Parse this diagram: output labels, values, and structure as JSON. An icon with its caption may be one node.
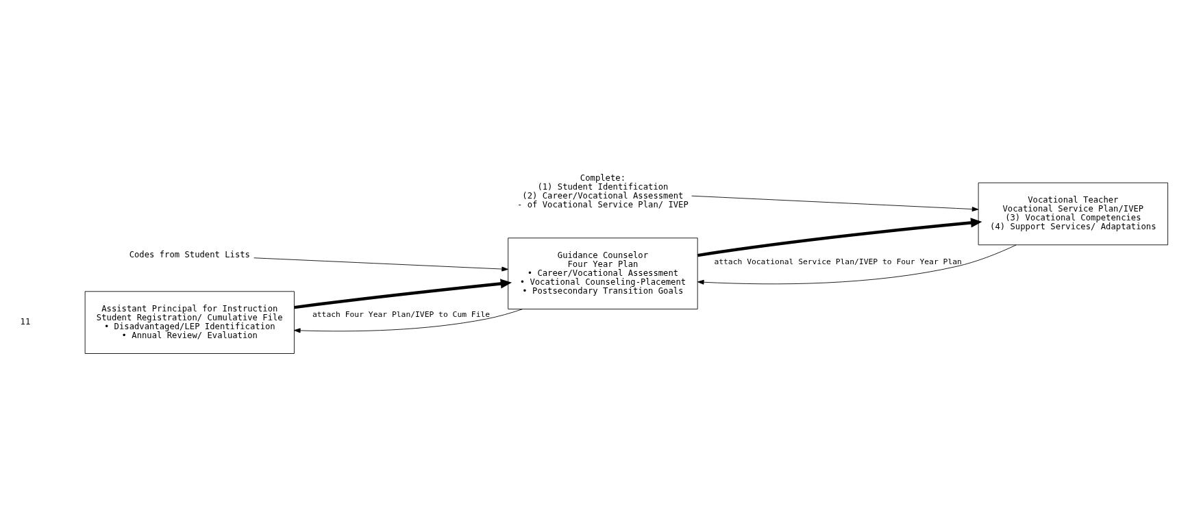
{
  "diagram": {
    "nodes": [
      {
        "text": [
          "Assistant Principal for Instruction",
          "Student Registration/ Cumulative File",
          "• Disadvantaged/LEP Identification",
          "• Annual Review/ Evaluation"
        ]
      },
      {
        "text": [
          "Guidance Counselor",
          "Four Year Plan",
          "• Career/Vocational Assessment",
          "• Vocational Counseling-Placement",
          "• Postsecondary Transition Goals"
        ]
      },
      {
        "text": [
          "Vocational Teacher",
          "Vocational Service Plan/IVEP",
          "(3) Vocational Competencies",
          "(4) Support Services/ Adaptations"
        ]
      },
      {
        "text": [
          "Codes from Student Lists"
        ]
      },
      {
        "text": [
          "Complete:",
          "(1) Student Identification",
          "(2) Career/Vocational Assessment",
          "- of Vocational Service Plan/ IVEP"
        ]
      }
    ],
    "edges": [
      {
        "from": 0,
        "to": 1,
        "arrow": "to",
        "style": "thick"
      },
      {
        "from": 3,
        "to": 1,
        "arrow": "to"
      },
      {
        "from": 1,
        "to": 2,
        "arrow": "to",
        "style": "thick"
      },
      {
        "from": 4,
        "to": 2,
        "arrow": "to"
      },
      {
        "from": 1,
        "to": 0,
        "arrow": "to",
        "label": "attach Four Year Plan/IVEP to Cum File"
      },
      {
        "from": 2,
        "to": 1,
        "arrow": "to",
        "label": "attach Vocational Service Plan/IVEP to Four Year Plan"
      }
    ],
    "labels": [
      "11"
    ]
  }
}
